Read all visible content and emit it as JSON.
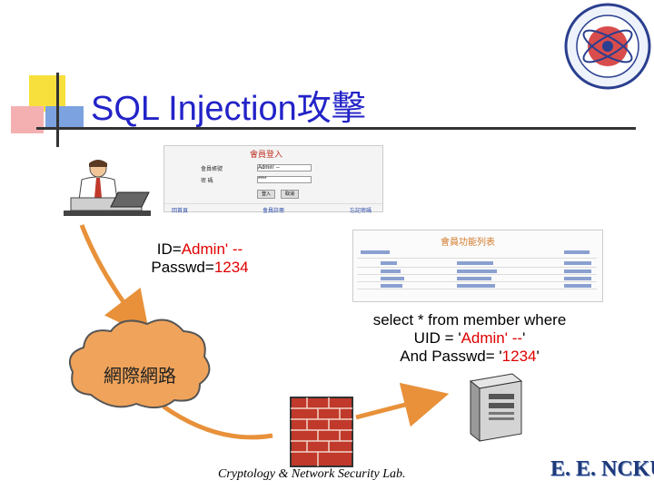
{
  "slide": {
    "title": "SQL Injection攻擊",
    "creds_line1_prefix": "ID=",
    "creds_line1_value": "Admin' --",
    "creds_line2_prefix": "Passwd=",
    "creds_line2_value": "1234",
    "query_line1": "select * from member where",
    "query_line2_prefix": "UID = '",
    "query_line2_value": "Admin'  --",
    "query_line2_suffix": "'",
    "query_line3_prefix": "And Passwd= '",
    "query_line3_value": "1234",
    "query_line3_suffix": "'",
    "cloud_label": "網際網路",
    "footer": "Cryptology & Network Security Lab.",
    "brand": "E. E. NCKU"
  },
  "login_form": {
    "heading": "會員登入",
    "field1_label": "會員帳號",
    "field1_value": "Admin' --",
    "field2_label": "密    碼",
    "field2_value": "****",
    "button1": "登入",
    "button2": "取消",
    "link_left": "回首頁",
    "link_mid": "會員註冊",
    "link_right": "忘記密碼"
  },
  "result_panel": {
    "heading": "會員功能列表"
  },
  "colors": {
    "title": "#2323c8",
    "accent_red": "#e00000",
    "arrow": "#e8913a",
    "cloud": "#f0a35a",
    "firewall": "#c0392b"
  },
  "icons": [
    "user-at-computer-icon",
    "cloud-icon",
    "firewall-icon",
    "server-icon",
    "seal-icon"
  ]
}
